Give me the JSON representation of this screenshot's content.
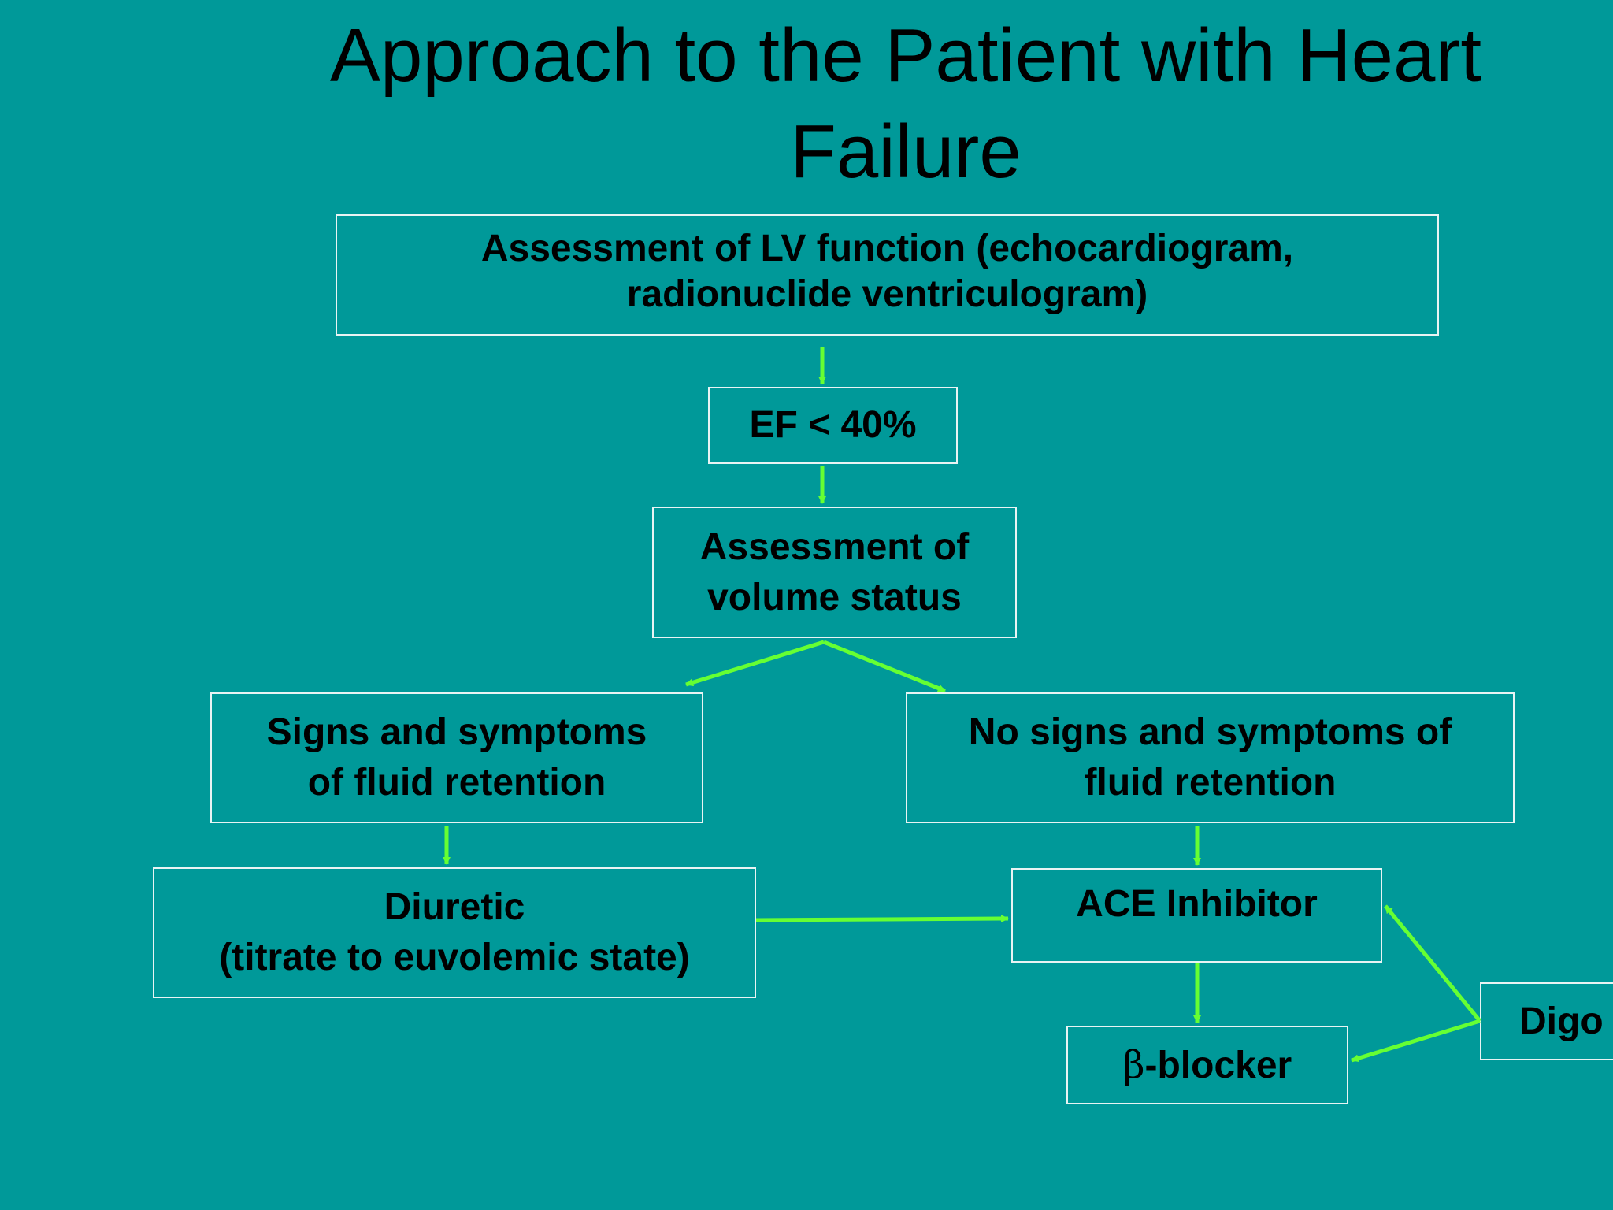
{
  "slide": {
    "title_line1": "Approach to the Patient with Heart",
    "title_line2": "Failure"
  },
  "flowchart": {
    "nodes": {
      "lv_assessment": "Assessment of LV function (echocardiogram,\nradionuclide ventriculogram)",
      "ef": "EF < 40%",
      "volume_status": "Assessment of\nvolume status",
      "fluid_retention": "Signs and symptoms\nof fluid retention",
      "no_fluid_retention": "No signs and symptoms of\nfluid retention",
      "diuretic": "Diuretic\n(titrate to euvolemic state)",
      "ace_inhibitor": "ACE Inhibitor",
      "beta_blocker_symbol": "β",
      "beta_blocker_text": "-blocker",
      "digoxin": "Digo"
    },
    "arrow_color": "#66ff33",
    "box_border_color": "#e8f4f4",
    "background_color": "#009999"
  }
}
